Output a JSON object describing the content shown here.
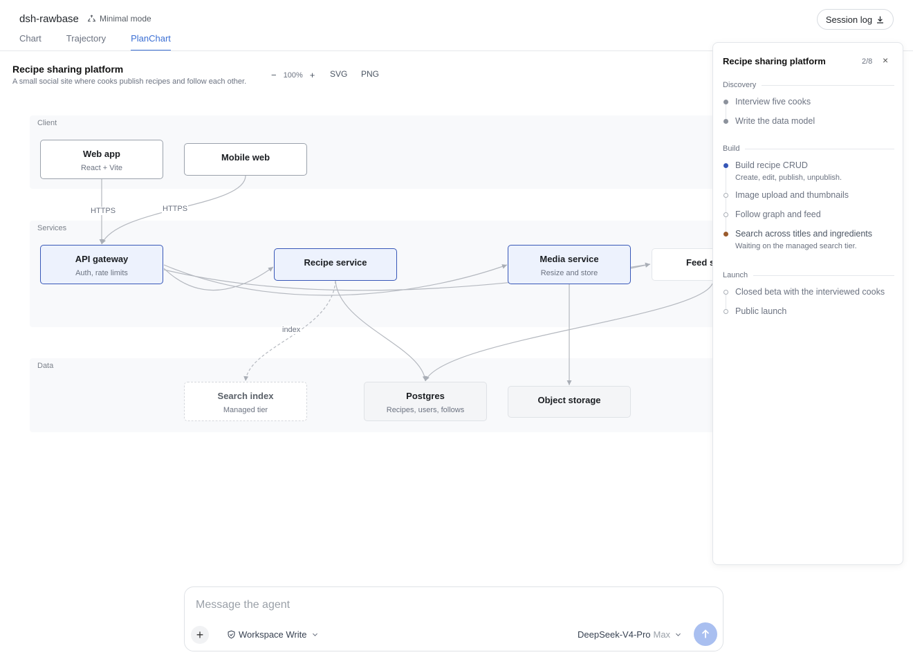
{
  "app": {
    "title": "dsh-rawbase",
    "mode_label": "Minimal mode",
    "session_log_label": "Session log"
  },
  "tabs": [
    {
      "label": "Chart",
      "active": false
    },
    {
      "label": "Trajectory",
      "active": false
    },
    {
      "label": "PlanChart",
      "active": true
    }
  ],
  "chart": {
    "title": "Recipe sharing platform",
    "subtitle": "A small social site where cooks publish recipes and follow each other.",
    "zoom_out": "−",
    "zoom_level": "100%",
    "zoom_in": "+",
    "export_svg": "SVG",
    "export_png": "PNG"
  },
  "diagram": {
    "lanes": {
      "client": "Client",
      "services": "Services",
      "data": "Data"
    },
    "nodes": {
      "web_app": {
        "title": "Web app",
        "subtitle": "React + Vite"
      },
      "mobile_web": {
        "title": "Mobile web"
      },
      "api_gateway": {
        "title": "API gateway",
        "subtitle": "Auth, rate limits"
      },
      "recipe_service": {
        "title": "Recipe service"
      },
      "media_service": {
        "title": "Media service",
        "subtitle": "Resize and store"
      },
      "feed_service": {
        "title": "Feed s"
      },
      "search_index": {
        "title": "Search index",
        "subtitle": "Managed tier"
      },
      "postgres": {
        "title": "Postgres",
        "subtitle": "Recipes, users, follows"
      },
      "object_storage": {
        "title": "Object storage"
      }
    },
    "edge_labels": {
      "web_https": "HTTPS",
      "mobile_https": "HTTPS",
      "index": "index"
    }
  },
  "plan": {
    "title": "Recipe sharing platform",
    "progress": "2/8",
    "close": "×",
    "sections": {
      "discovery": {
        "name": "Discovery",
        "steps": [
          {
            "label": "Interview five cooks",
            "status": "done"
          },
          {
            "label": "Write the data model",
            "status": "done"
          }
        ]
      },
      "build": {
        "name": "Build",
        "steps": [
          {
            "label": "Build recipe CRUD",
            "status": "current",
            "note": "Create, edit, publish, unpublish."
          },
          {
            "label": "Image upload and thumbnails",
            "status": "pending"
          },
          {
            "label": "Follow graph and feed",
            "status": "pending"
          },
          {
            "label": "Search across titles and ingredients",
            "status": "blocked",
            "note": "Waiting on the managed search tier."
          }
        ]
      },
      "launch": {
        "name": "Launch",
        "steps": [
          {
            "label": "Closed beta with the interviewed cooks",
            "status": "pending"
          },
          {
            "label": "Public launch",
            "status": "pending"
          }
        ]
      }
    }
  },
  "composer": {
    "placeholder": "Message the agent",
    "permission_label": "Workspace Write",
    "model_label": "DeepSeek-V4-Pro",
    "effort_label": "Max"
  },
  "colors": {
    "accent": "#3b6fd4",
    "service_border": "#3656b7",
    "service_fill": "#edf2fd",
    "blocked": "#9a5b2d"
  }
}
